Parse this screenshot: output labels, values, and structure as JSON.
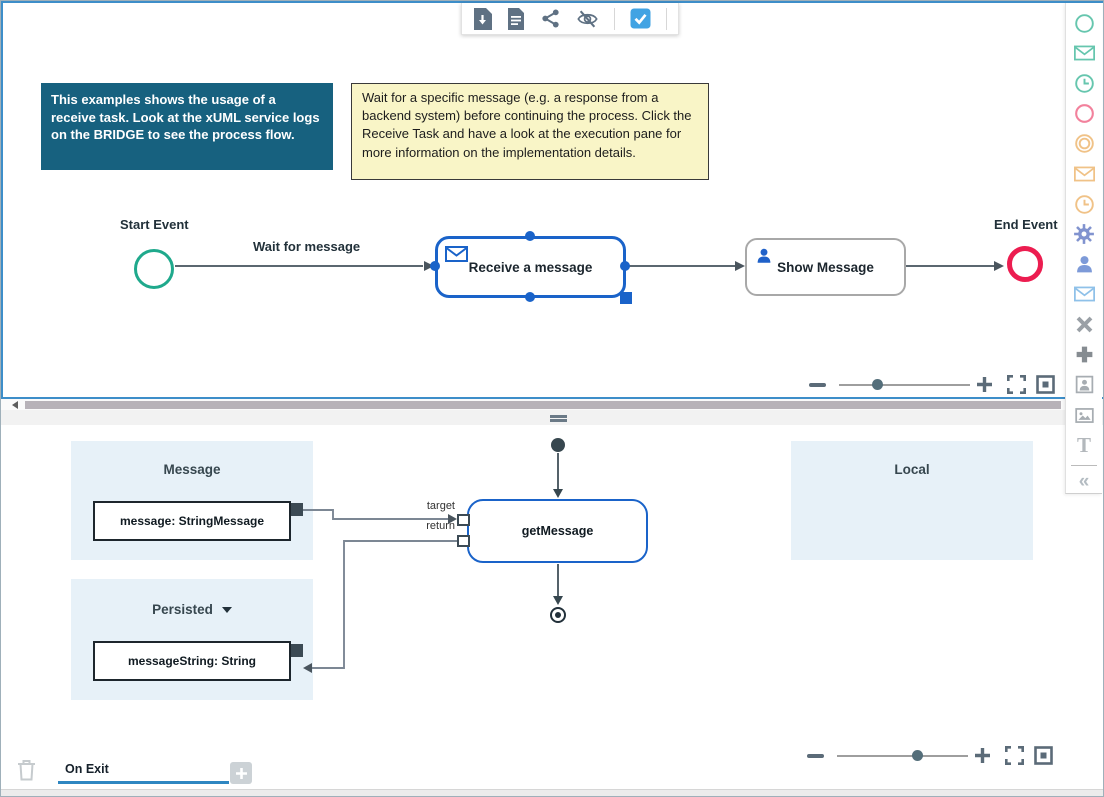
{
  "colors": {
    "pane_border": "#3d8ec9",
    "node_blue": "#1a63c9",
    "event_teal": "#1fa98c",
    "event_red": "#ec1d50",
    "info_box_bg": "#17617f",
    "note_bg": "#f9f5c7",
    "panel_bg": "#e7f1f8",
    "checkbox_blue": "#41a3e3",
    "tab_underline": "#2e86c1"
  },
  "toolbar": {
    "icons": [
      "export-model",
      "documentation",
      "share",
      "hide-details",
      "validation-checkbox"
    ],
    "checkbox_checked": true
  },
  "process": {
    "info_box": "This examples shows the usage of a receive task. Look at the xUML service logs on the BRIDGE to see the process flow.",
    "note_box": "Wait for a specific message (e.g. a response from a backend system) before continuing the process. Click the Receive Task and have a look at the execution pane for more information on the implementation details.",
    "start_event_label": "Start Event",
    "sequence_flow_label": "Wait for message",
    "receive_task_label": "Receive a message",
    "user_task_label": "Show Message",
    "end_event_label": "End Event"
  },
  "mapping": {
    "message_panel_title": "Message",
    "message_item": "message: StringMessage",
    "persisted_panel_title": "Persisted",
    "persisted_item": "messageString: String",
    "local_panel_title": "Local",
    "action_label": "getMessage",
    "port_target_label": "target",
    "port_return_label": "return"
  },
  "footer": {
    "tab_label": "On Exit"
  },
  "palette": {
    "items": [
      "start-event",
      "message-start-event",
      "timer-start-event",
      "end-event",
      "intermediate-event",
      "message-intermediate-event",
      "timer-intermediate-event",
      "service-task",
      "user-task",
      "receive-task",
      "exclusive-gateway",
      "parallel-gateway",
      "participant",
      "image",
      "text-annotation",
      "collapse-palette"
    ],
    "text_tool_glyph": "T",
    "collapse_glyph": "«"
  }
}
